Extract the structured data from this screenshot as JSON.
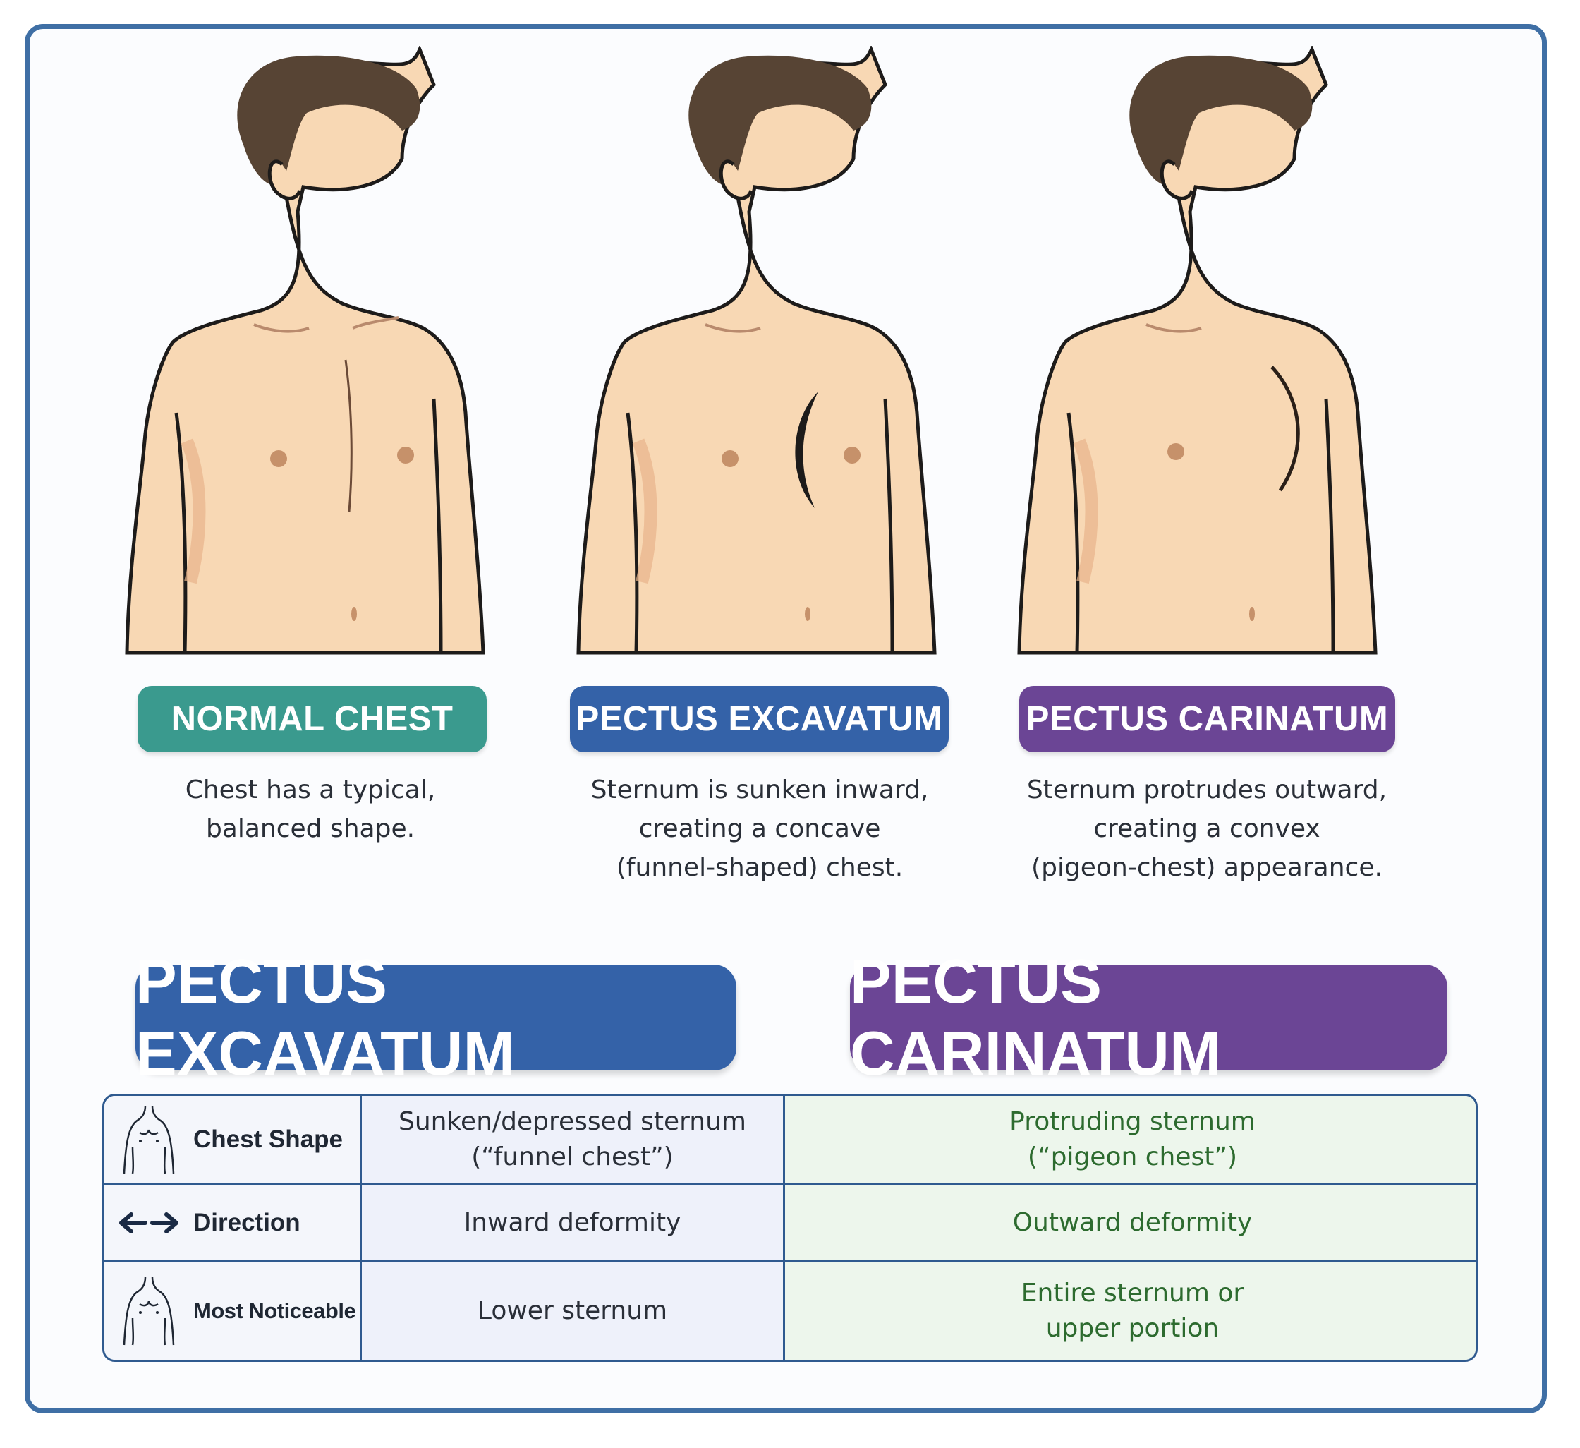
{
  "figures": [
    {
      "label": "NORMAL CHEST",
      "description": [
        "Chest has a typical,",
        "balanced shape."
      ],
      "color": "#3a9a8e"
    },
    {
      "label": "PECTUS EXCAVATUM",
      "description": [
        "Sternum is sunken inward,",
        "creating a concave",
        "(funnel-shaped) chest."
      ],
      "color": "#3462a8"
    },
    {
      "label": "PECTUS CARINATUM",
      "description": [
        "Sternum protrudes outward,",
        "creating a convex",
        "(pigeon-chest) appearance."
      ],
      "color": "#6b4595"
    }
  ],
  "comparison": {
    "headers": {
      "excavatum": "PECTUS EXCAVATUM",
      "carinatum": "PECTUS CARINATUM"
    },
    "rows": [
      {
        "icon": "torso-icon",
        "label": "Chest Shape",
        "excavatum": [
          "Sunken/depressed sternum",
          "(“funnel chest”)"
        ],
        "carinatum": [
          "Protruding sternum",
          "(“pigeon chest”)"
        ]
      },
      {
        "icon": "double-arrow-icon",
        "label": "Direction",
        "excavatum": [
          "Inward deformity"
        ],
        "carinatum": [
          "Outward deformity"
        ]
      },
      {
        "icon": "torso-icon",
        "label": "Most Noticeable",
        "excavatum": [
          "Lower sternum"
        ],
        "carinatum": [
          "Entire sternum or",
          "upper portion"
        ]
      }
    ]
  },
  "colors": {
    "frame": "#3f6fa5",
    "skin": "#f8d8b4",
    "hair": "#574434",
    "normal": "#3a9a8e",
    "excavatum": "#3462a8",
    "carinatum": "#6b4595"
  }
}
